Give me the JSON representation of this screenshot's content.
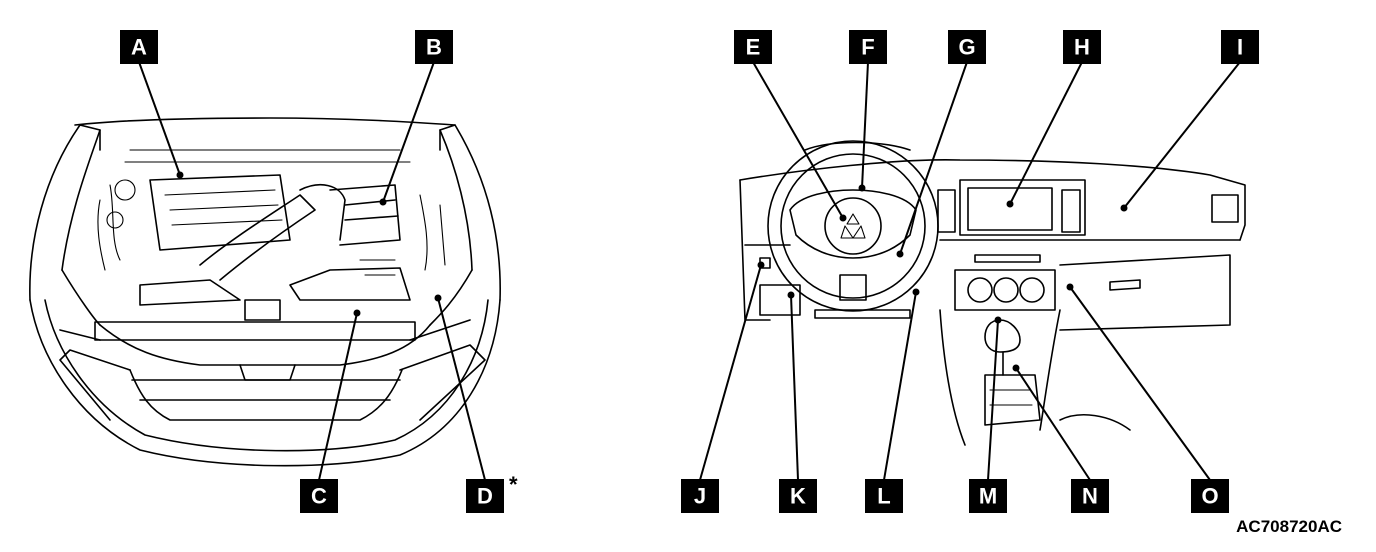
{
  "labels": {
    "A": "A",
    "B": "B",
    "C": "C",
    "D": "D",
    "E": "E",
    "F": "F",
    "G": "G",
    "H": "H",
    "I": "I",
    "J": "J",
    "K": "K",
    "L": "L",
    "M": "M",
    "N": "N",
    "O": "O"
  },
  "asterisk": "*",
  "figure_code": "AC708720AC"
}
